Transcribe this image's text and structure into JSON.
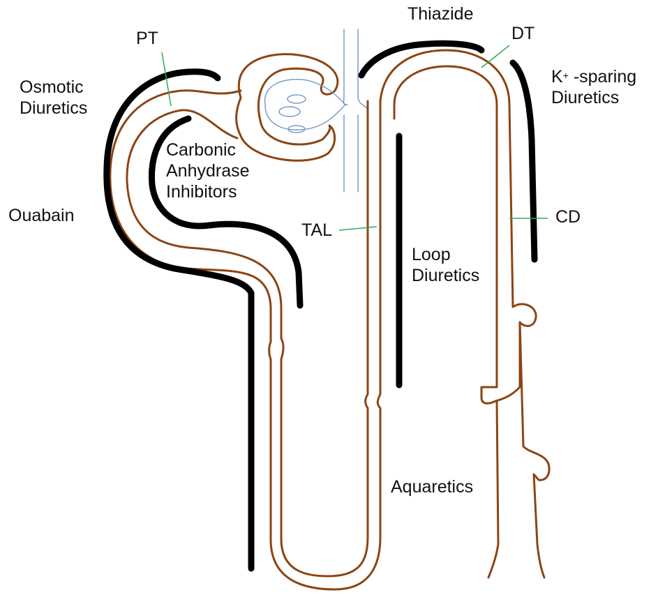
{
  "colors": {
    "tubule": "#8B4513",
    "capillary": "#7A9CC6",
    "site_bar": "#000000",
    "pointer": "#2EAA57",
    "text": "#111111"
  },
  "segments": {
    "pt": "PT",
    "dt": "DT",
    "tal": "TAL",
    "cd": "CD"
  },
  "drugs": {
    "thiazide": "Thiazide",
    "osmotic": [
      "Osmotic",
      "Diuretics"
    ],
    "k_sparing": {
      "symbol": "K",
      "superscript": "+",
      "line1_rest": " -sparing",
      "line2": "Diuretics"
    },
    "carbonic": [
      "Carbonic",
      "Anhydrase",
      "Inhibitors"
    ],
    "ouabain": "Ouabain",
    "loop": [
      "Loop",
      "Diuretics"
    ],
    "aquaretics": "Aquaretics"
  }
}
